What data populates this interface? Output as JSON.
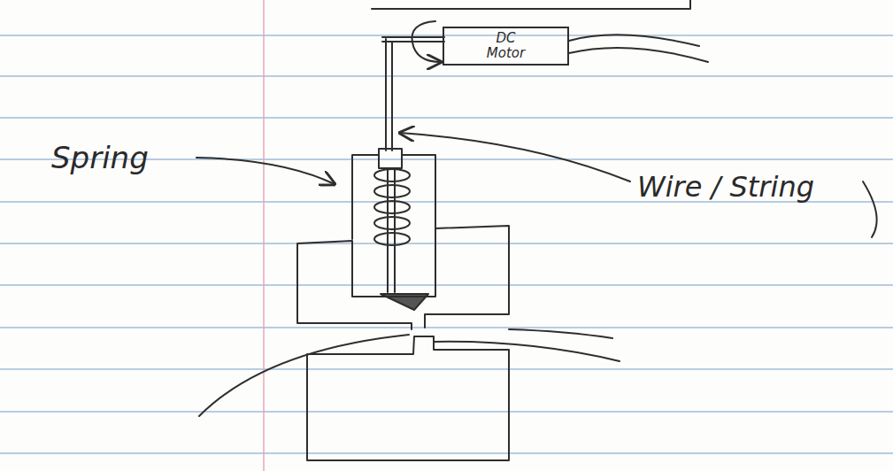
{
  "diagram": {
    "nodes": [
      {
        "text": [
          "DC Motor"
        ]
      }
    ],
    "labels": [
      "Spring",
      "Wire / String"
    ]
  }
}
